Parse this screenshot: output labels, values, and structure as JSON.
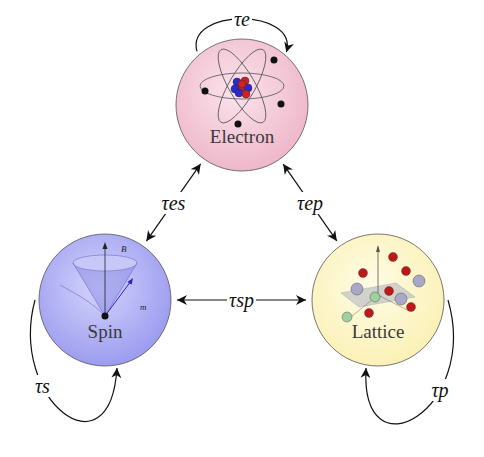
{
  "diagram": {
    "nodes": [
      {
        "text": [
          "Electron"
        ]
      },
      {
        "text": [
          "Spin"
        ]
      },
      {
        "text": [
          "Lattice"
        ]
      }
    ],
    "edges": [
      {
        "from": 0,
        "to": 0,
        "arrow": "to",
        "label": "τe"
      },
      {
        "from": 0,
        "to": 1,
        "arrow": "both",
        "label": "τes"
      },
      {
        "from": 0,
        "to": 2,
        "arrow": "both",
        "label": "τep"
      },
      {
        "from": 1,
        "to": 2,
        "arrow": "both",
        "label": "τsp"
      },
      {
        "from": 1,
        "to": 1,
        "arrow": "to",
        "label": "τs"
      },
      {
        "from": 2,
        "to": 2,
        "arrow": "to",
        "label": "τp"
      }
    ],
    "labels": [
      "B",
      "m"
    ]
  }
}
